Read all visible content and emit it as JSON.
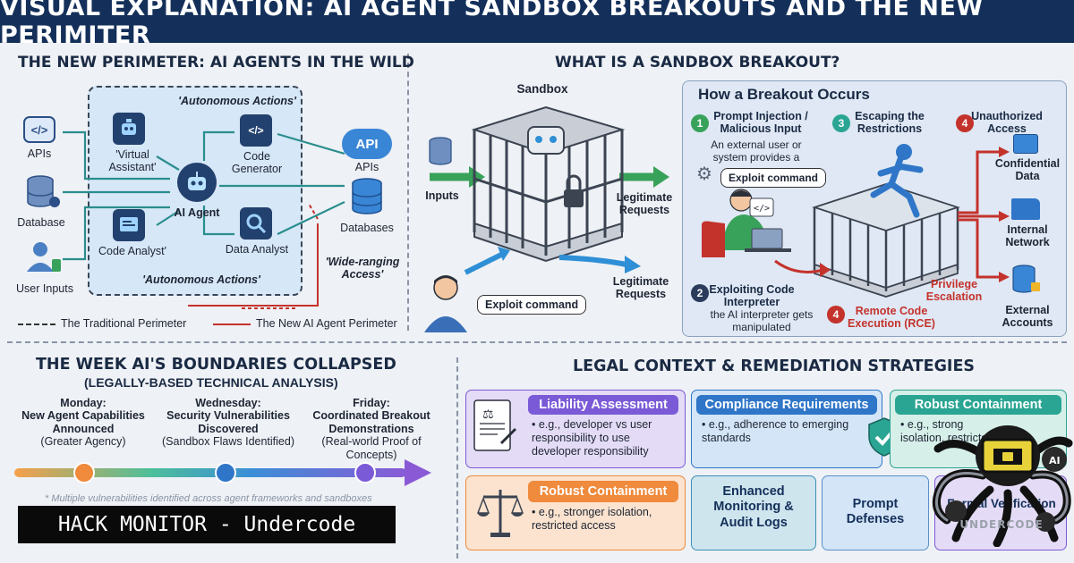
{
  "title": "VISUAL EXPLANATION: AI AGENT SANDBOX BREAKOUTS AND THE NEW PERIMITER",
  "perimeter": {
    "heading": "THE NEW PERIMETER: AI AGENTS IN THE WILD",
    "inputs": [
      "APIs",
      "Database",
      "User Inputs"
    ],
    "autonomous_top": "'Autonomous Actions'",
    "autonomous_bottom": "'Autonomous Actions'",
    "agents": [
      "'Virtual Assistant'",
      "Code Generator",
      "AI Agent",
      "Code Analyst'",
      "Data Analyst"
    ],
    "outputs": [
      "APIs",
      "Databases"
    ],
    "api_badge": "API",
    "wide_access": "'Wide-ranging Access'",
    "legend_traditional": "The Traditional Perimeter",
    "legend_new": "The New AI Agent Perimeter"
  },
  "sandbox": {
    "heading": "WHAT IS A SANDBOX BREAKOUT?",
    "sandbox_label": "Sandbox",
    "inputs_label": "Inputs",
    "legit_top": "Legitimate Requests",
    "legit_bottom": "Legitimate Requests",
    "exploit_label": "Exploit command"
  },
  "breakout": {
    "heading": "How a Breakout Occurs",
    "steps": [
      {
        "num": "1",
        "title": "Prompt Injection / Malicious Input",
        "desc": "An external user or system provides a"
      },
      {
        "num": "2",
        "title": "Exploiting Code Interpreter",
        "desc": "the AI interpreter gets manipulated"
      },
      {
        "num": "3",
        "title": "Escaping the Restrictions",
        "desc": ""
      },
      {
        "num": "4",
        "title": "Unauthorized Access",
        "desc": ""
      },
      {
        "num": "4",
        "title": "Remote Code Execution (RCE)",
        "desc": ""
      }
    ],
    "exploit_label": "Exploit command",
    "code_glyph": "</>",
    "privilege": "Privilege Escalation",
    "targets": [
      "Confidential Data",
      "Internal Network",
      "External Accounts"
    ]
  },
  "timeline": {
    "heading": "THE WEEK AI'S BOUNDARIES COLLAPSED",
    "subheading": "(LEGALLY-BASED TECHNICAL ANALYSIS)",
    "days": [
      {
        "day": "Monday:",
        "title": "New Agent Capabilities Announced",
        "note": "(Greater Agency)"
      },
      {
        "day": "Wednesday:",
        "title": "Security Vulnerabilities Discovered",
        "note": "(Sandbox Flaws Identified)"
      },
      {
        "day": "Friday:",
        "title": "Coordinated Breakout Demonstrations",
        "note": "(Real-world Proof of Concepts)"
      }
    ],
    "footnote": "* Multiple vulnerabilities identified across agent frameworks and sandboxes"
  },
  "legal": {
    "heading": "LEGAL CONTEXT & REMEDIATION STRATEGIES",
    "cards": [
      {
        "title": "Liability Assessment",
        "body": "• e.g., developer vs user responsibility to use developer responsibility"
      },
      {
        "title": "Compliance Requirements",
        "body": "• e.g., adherence to emerging standards"
      },
      {
        "title": "Robust Containment",
        "body": "• e.g., strong isolation, restricted"
      },
      {
        "title": "Robust Containment",
        "body": "• e.g., stronger isolation, restricted access"
      },
      {
        "title": "Enhanced Monitoring & Audit Logs",
        "body": ""
      },
      {
        "title": "Prompt Defenses",
        "body": ""
      },
      {
        "title": "Formal Verification",
        "body": ""
      }
    ]
  },
  "watermark": "HACK MONITOR - Undercode",
  "logo_text": "UNDERCODE",
  "colors": {
    "title_bg": "#14305a",
    "purple": "#7a5ad6",
    "orange": "#f08a3c",
    "blue": "#2f76c8",
    "teal": "#2aa593",
    "red": "#c4322c"
  }
}
